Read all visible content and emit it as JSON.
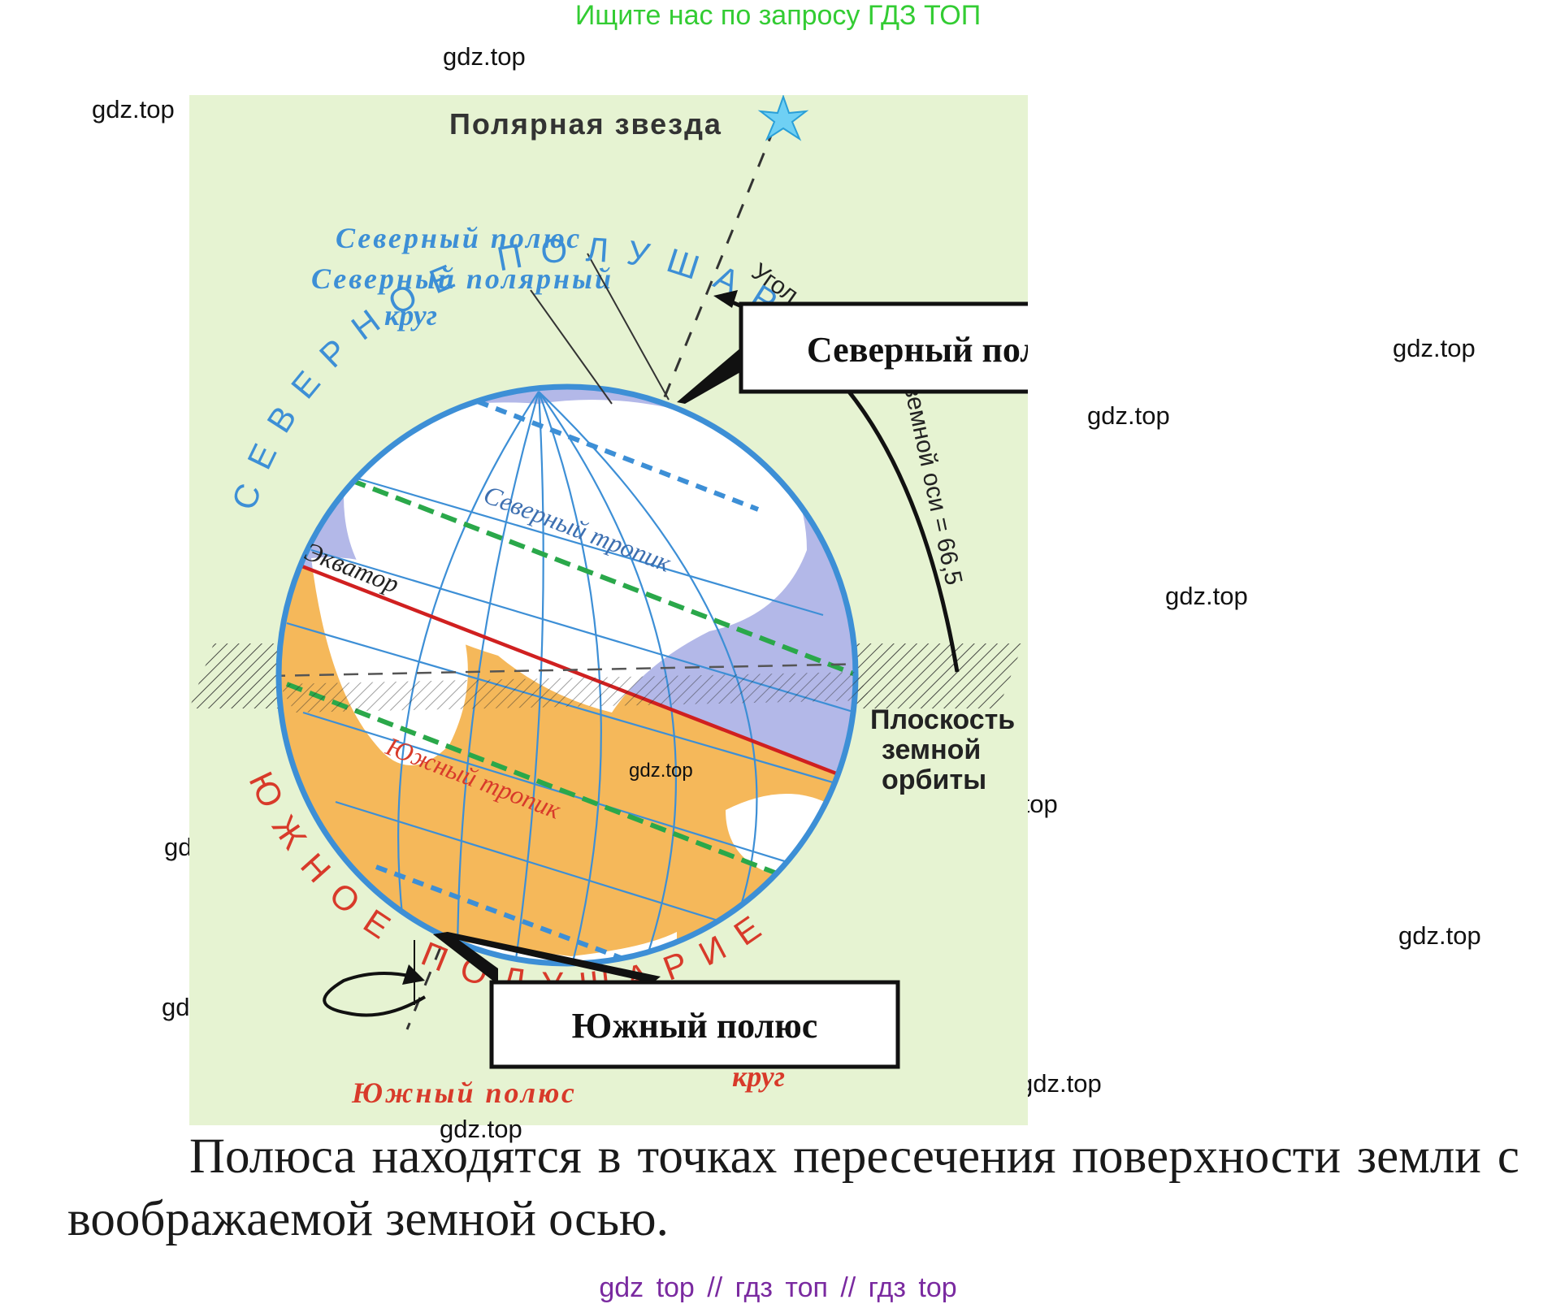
{
  "banner": "Ищите нас по запросу ГДЗ ТОП",
  "watermark_text": "gdz.top",
  "diagram": {
    "polar_star": "Полярная звезда",
    "north_pole_italic": "Северный полюс",
    "arctic_circle_line1": "Северный полярный",
    "arctic_circle_line2": "круг",
    "northern_hemisphere": "СЕВЕРНОЕ ПОЛУШАРИЕ",
    "southern_hemisphere": "ЮЖНОЕ ПОЛУШАРИЕ",
    "equator": "Экватор",
    "tropic_north": "Северный тропик",
    "tropic_south": "Южный тропик",
    "axis_angle_label_1": "Угол",
    "axis_angle_label_2": "земной оси = 66,5",
    "orbit_plane_1": "Плоскость",
    "orbit_plane_2": "земной",
    "orbit_plane_3": "орбиты",
    "south_pole_italic": "Южный полюс",
    "antarctic_partial": "круг",
    "callout_north": "Северный полюс",
    "callout_south": "Южный полюс"
  },
  "caption": {
    "line1_words": [
      "Полюса",
      "находятся",
      "в",
      "точках",
      "пересечения",
      "поверхности",
      "земли",
      "с"
    ],
    "line2": "воображаемой земной осью."
  },
  "footer": "gdz top  //  гдз топ  //  гдз top",
  "colors": {
    "background_panel": "#e6f3d2",
    "ocean_north": "#b3b8e8",
    "ocean_south": "#f5b85a",
    "globe_rim": "#3d8fd6",
    "equator": "#d02020",
    "tropic": "#2aa84a",
    "north_text": "#3d8fd6",
    "south_text": "#d83a2a"
  }
}
